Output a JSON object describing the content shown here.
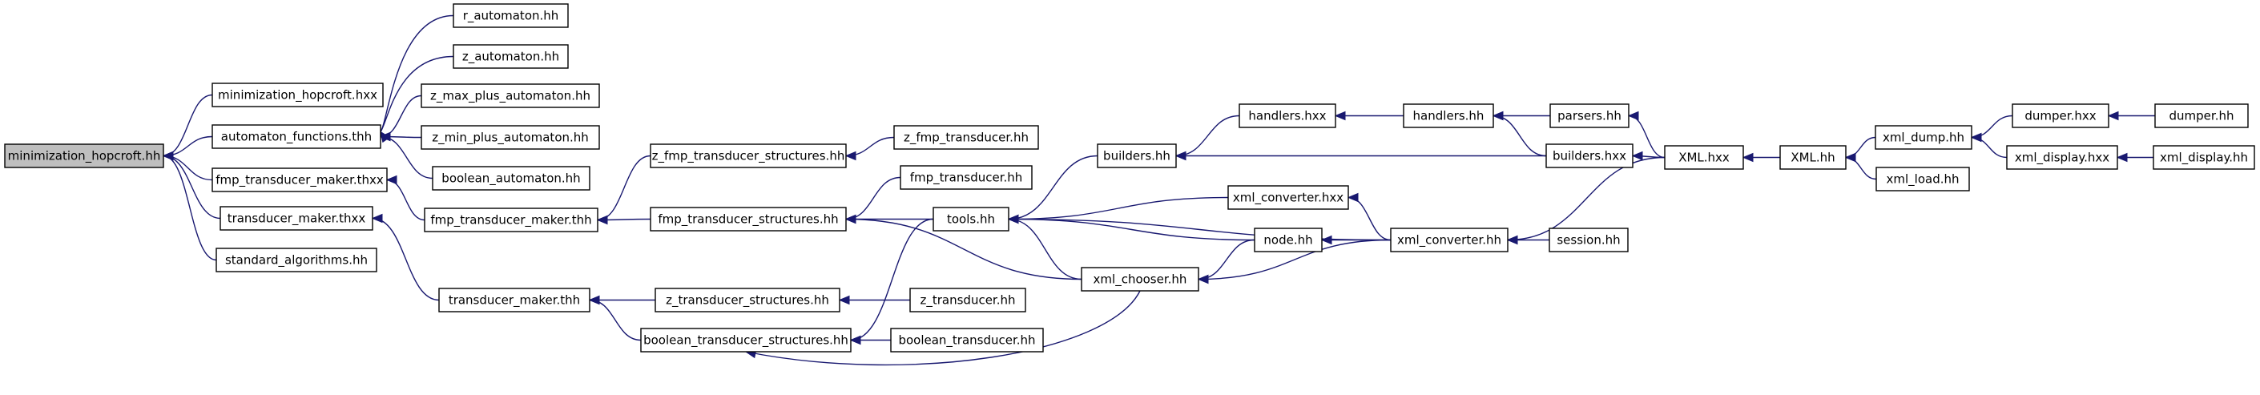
{
  "colors": {
    "edge": "#191970",
    "node_border": "#000000",
    "node_fill": "#ffffff",
    "root_fill": "#bfbfbf"
  },
  "nodes": {
    "minimization_hopcroft_hh": "minimization_hopcroft.hh",
    "minimization_hopcroft_hxx": "minimization_hopcroft.hxx",
    "automaton_functions_thh": "automaton_functions.thh",
    "fmp_transducer_maker_thxx": "fmp_transducer_maker.thxx",
    "transducer_maker_thxx": "transducer_maker.thxx",
    "standard_algorithms_hh": "standard_algorithms.hh",
    "r_automaton_hh": "r_automaton.hh",
    "z_automaton_hh": "z_automaton.hh",
    "z_max_plus_automaton_hh": "z_max_plus_automaton.hh",
    "z_min_plus_automaton_hh": "z_min_plus_automaton.hh",
    "boolean_automaton_hh": "boolean_automaton.hh",
    "fmp_transducer_maker_thh": "fmp_transducer_maker.thh",
    "transducer_maker_thh": "transducer_maker.thh",
    "z_fmp_transducer_structures_hh": "z_fmp_transducer_structures.hh",
    "fmp_transducer_structures_hh": "fmp_transducer_structures.hh",
    "z_transducer_structures_hh": "z_transducer_structures.hh",
    "boolean_transducer_structures_hh": "boolean_transducer_structures.hh",
    "z_fmp_transducer_hh": "z_fmp_transducer.hh",
    "fmp_transducer_hh": "fmp_transducer.hh",
    "tools_hh": "tools.hh",
    "z_transducer_hh": "z_transducer.hh",
    "boolean_transducer_hh": "boolean_transducer.hh",
    "xml_chooser_hh": "xml_chooser.hh",
    "builders_hh": "builders.hh",
    "handlers_hxx": "handlers.hxx",
    "handlers_hh": "handlers.hh",
    "parsers_hh": "parsers.hh",
    "builders_hxx": "builders.hxx",
    "xml_converter_hxx": "xml_converter.hxx",
    "node_hh": "node.hh",
    "xml_converter_hh": "xml_converter.hh",
    "session_hh": "session.hh",
    "XML_hxx": "XML.hxx",
    "XML_hh": "XML.hh",
    "xml_dump_hh": "xml_dump.hh",
    "xml_load_hh": "xml_load.hh",
    "dumper_hxx": "dumper.hxx",
    "xml_display_hxx": "xml_display.hxx",
    "dumper_hh": "dumper.hh",
    "xml_display_hh": "xml_display.hh"
  }
}
